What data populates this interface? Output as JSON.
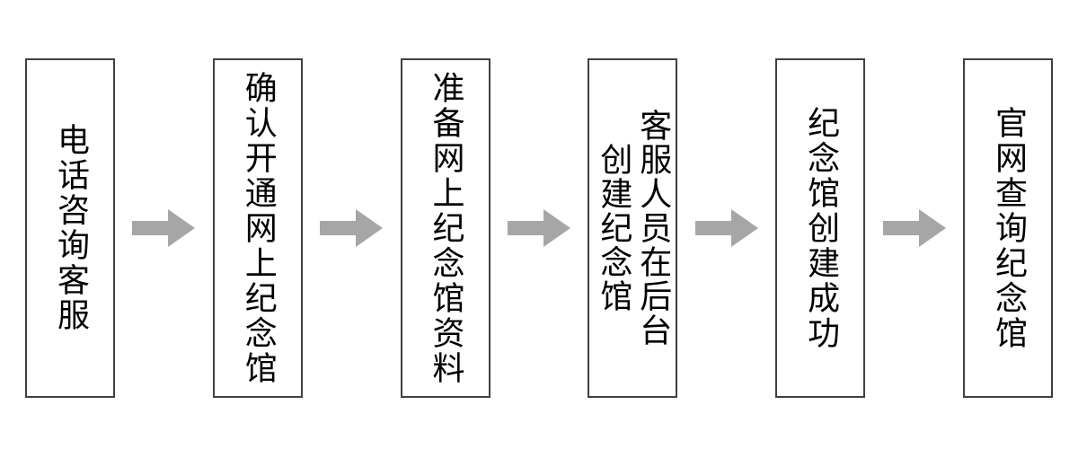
{
  "diagram": {
    "type": "horizontal-process-flow",
    "orientation": "left-to-right",
    "text_direction": "vertical",
    "background_color": "#ffffff",
    "box_border_color": "#404040",
    "box_fill_color": "#ffffff",
    "arrow_color": "#a6a6a6",
    "text_color": "#000000",
    "step_count": 6,
    "arrow_count": 5,
    "steps": [
      {
        "index": 1,
        "label": "电话咨询客服",
        "columns": 1,
        "char_count": 6
      },
      {
        "index": 2,
        "label": "确认开通网上纪念馆",
        "columns": 1,
        "char_count": 9
      },
      {
        "index": 3,
        "label": "准备网上纪念馆资料",
        "columns": 1,
        "char_count": 9
      },
      {
        "index": 4,
        "label": "客服人员在后台创建纪念馆",
        "columns": 2,
        "char_count": 12
      },
      {
        "index": 5,
        "label": "纪念馆创建成功",
        "columns": 1,
        "char_count": 7
      },
      {
        "index": 6,
        "label": "官网查询纪念馆",
        "columns": 1,
        "char_count": 7
      }
    ],
    "arrows": [
      {
        "index": 1,
        "from_step": 1,
        "to_step": 2,
        "icon": "arrow-right-icon"
      },
      {
        "index": 2,
        "from_step": 2,
        "to_step": 3,
        "icon": "arrow-right-icon"
      },
      {
        "index": 3,
        "from_step": 3,
        "to_step": 4,
        "icon": "arrow-right-icon"
      },
      {
        "index": 4,
        "from_step": 4,
        "to_step": 5,
        "icon": "arrow-right-icon"
      },
      {
        "index": 5,
        "from_step": 5,
        "to_step": 6,
        "icon": "arrow-right-icon"
      }
    ]
  }
}
